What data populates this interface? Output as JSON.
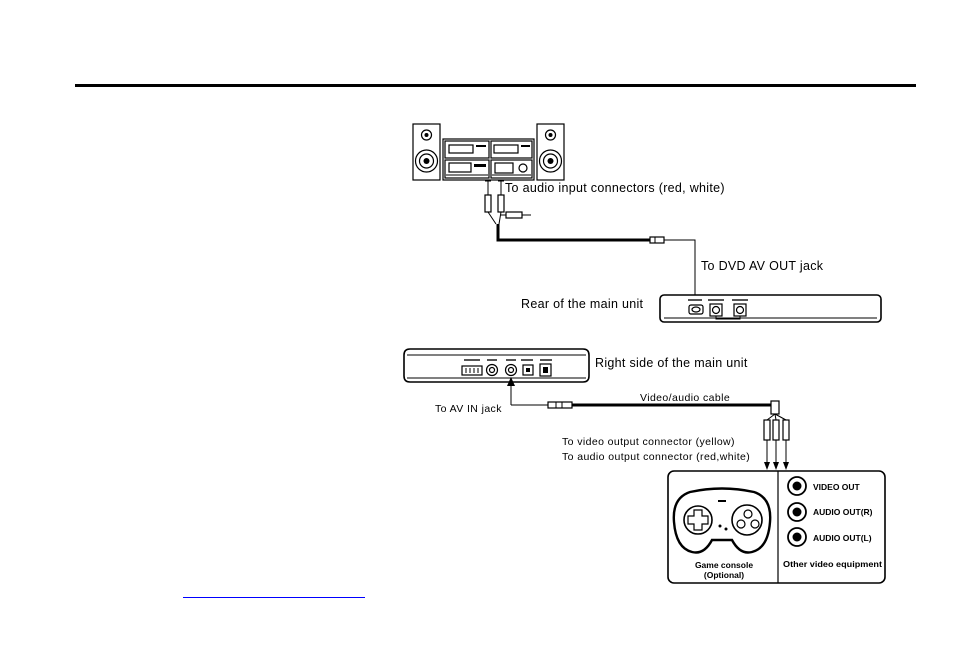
{
  "labels": {
    "audio_input": "To audio input connectors (red, white)",
    "dvd_av_out": "To DVD AV OUT jack",
    "rear_unit": "Rear of the main unit",
    "right_side": "Right side of the main unit",
    "cable": "Video/audio cable",
    "av_in": "To AV IN jack",
    "video_output": "To video output connector (yellow)",
    "audio_output": "To audio output connector (red,white)",
    "game_console": "Game console",
    "optional": "(Optional)",
    "other_equipment": "Other video equipment"
  },
  "jacks": {
    "video_out": "VIDEO OUT",
    "audio_out_r": "AUDIO OUT(R)",
    "audio_out_l": "AUDIO OUT(L)"
  },
  "colors": {
    "line": "#000000",
    "link_underline": "#0000ff"
  },
  "icons": {
    "stereo": "stereo-system-icon",
    "controller": "game-controller-icon"
  }
}
